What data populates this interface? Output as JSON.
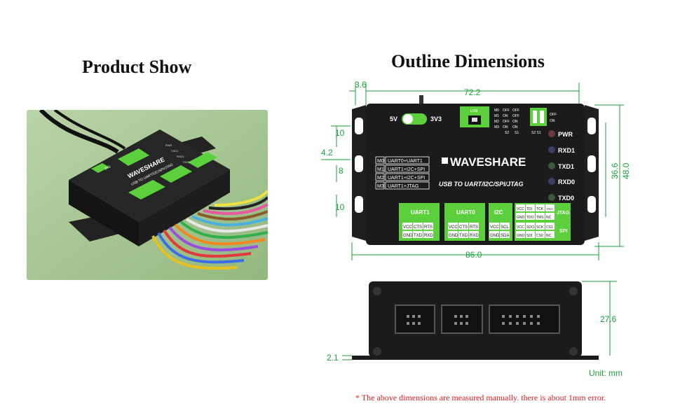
{
  "titles": {
    "product_show": "Product Show",
    "outline_dimensions": "Outline Dimensions"
  },
  "photo": {
    "brand": "WAVESHARE",
    "model": "USB TO UART/I2C/SPI/JTAG",
    "voltage_label": "3V3",
    "indicator_labels": [
      "PWR",
      "TXD1",
      "RXD1",
      "TXD0"
    ]
  },
  "board": {
    "power": {
      "left": "5V",
      "right": "3V3"
    },
    "usb_label": "USB",
    "mode_table": [
      {
        "m": "M0",
        "a": "OFF",
        "b": "OFF"
      },
      {
        "m": "M1",
        "a": "ON",
        "b": "OFF"
      },
      {
        "m": "M2",
        "a": "OFF",
        "b": "ON"
      },
      {
        "m": "M3",
        "a": "ON",
        "b": "ON"
      }
    ],
    "switch_cols": [
      "S2",
      "S1"
    ],
    "dip_labels": {
      "off": "OFF",
      "on": "ON",
      "bottom": "S2 S1"
    },
    "leds": [
      "PWR",
      "RXD1",
      "TXD1",
      "RXD0",
      "TXD0"
    ],
    "modes": [
      {
        "m": "M0",
        "desc": "UART0+UART1"
      },
      {
        "m": "M1",
        "desc": "UART1+I2C+SPI"
      },
      {
        "m": "M2",
        "desc": "UART1+I2C+SPI"
      },
      {
        "m": "M3",
        "desc": "UART1+JTAG"
      }
    ],
    "brand": "WAVESHARE",
    "subtitle": "USB TO UART/I2C/SPI/JTAG",
    "ports": {
      "uart1": {
        "label": "UART1",
        "top": [
          "VCC",
          "CTS",
          "RTS"
        ],
        "bottom": [
          "GND",
          "TXD",
          "RXD"
        ]
      },
      "uart0": {
        "label": "UART0",
        "top": [
          "VCC",
          "CTS",
          "RTS"
        ],
        "bottom": [
          "GND",
          "TXD",
          "RXD"
        ]
      },
      "i2c": {
        "label": "I2C",
        "top": [
          "VCC",
          "SCL"
        ],
        "bottom": [
          "GND",
          "SDA"
        ]
      },
      "jtag": {
        "label": "JTAG",
        "top": [
          "VCC",
          "TDI",
          "TCK",
          "TRST"
        ],
        "bottom": [
          "GND",
          "TDO",
          "TMS",
          "NC"
        ]
      },
      "spi": {
        "label": "SPI",
        "top": [
          "VCC",
          "SDO",
          "SCK",
          "CS1"
        ],
        "bottom": [
          "GND",
          "SDI",
          "CS0",
          "NC"
        ]
      }
    }
  },
  "dimensions": {
    "top_offset": "3.6",
    "width_inner": "72.2",
    "width_total": "86.0",
    "left_10a": "10",
    "left_4_2": "4.2",
    "left_8": "8",
    "left_10b": "10",
    "height_inner": "36.6",
    "height_total": "48.0",
    "side_height": "27.6",
    "side_flange": "2.1"
  },
  "unit": "Unit: mm",
  "note": "* The above dimensions are measured manually. there is about 1mm error.",
  "colors": {
    "accent_green": "#1aa33a",
    "board_green": "#5cd03c",
    "note_red": "#e02020",
    "device_black": "#1b1b1b"
  }
}
